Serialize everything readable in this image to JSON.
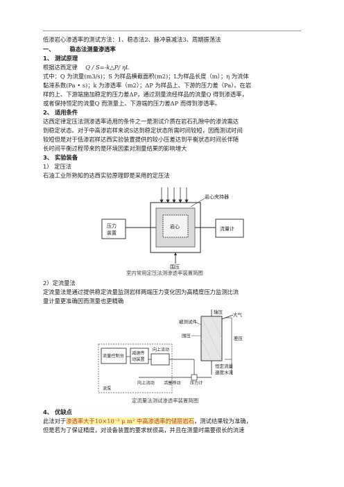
{
  "intro_line": "低渗岩心渗透率的测试方法：1、稳态法2、脉冲衰减法3、周期振荡法",
  "section1": {
    "num": "一、",
    "title": "稳态法测量渗透率"
  },
  "h1": "1、 测试原理",
  "darcy_prefix": "根据达西定律",
  "darcy_formula": "Q / S=-k△P/ ηL",
  "where_line1": "式中：Q 为流量(m3/s)；S 为样品横截面积(m2)；L为样品长度（m）；η 为流体",
  "where_line2": "黏滞系数(Pa • s)；k 为渗透率（m2）；ΔP 为样品上、下游的压力差（Pa）。在岩",
  "where_line3": "样的上、下游端施加稳定的压力差ΔP，通过测量流经样品的流量Q 得到渗透率，",
  "where_line4": "或者保持恒定的流量Q 而测量上、下游端的压力差ΔP 而得到渗透率。",
  "h2": "2、 适用条件",
  "cond_line1": "达西定律定压法测渗透率适用的条件之一是测试介质在岩石孔隙中的渗流需达",
  "cond_line2": "到稳定状态。对于中高渗岩样来说S达到稳定状态所需时间较短，因而测试时间",
  "cond_line3": "较短但是对于低渗岩样达西实验装置提供的较小压差达到平衡状态时间长伴随",
  "cond_line4": "长时间平衡过程带来的是环境因素对测量结果的影响增大",
  "h3": "3、 实验装备",
  "sub1": "1） 定压法",
  "sub1_text": "石油工业所熟知的达西实验原理即是采用的定压法",
  "fig1": {
    "label_holder": "岩心夹持器",
    "label_core": "岩心",
    "label_pressure_a": "压力",
    "label_pressure_b": "装置",
    "label_flowmeter": "流量计",
    "label_confining": "围压",
    "caption": "室内常用定压法测渗透率装置简图"
  },
  "sub2": "2）定流量法",
  "sub2_line1": "定流量法是通过提供稳定流量监测岩样两端压力变化因为高精度压力监测比流",
  "sub2_line2": "量计量更准确因而测量也更精确",
  "fig2": {
    "label_axial": "轴压",
    "label_atm": "大气",
    "label_sample": "被测试件",
    "label_confining": "围压",
    "label_diff": "差压",
    "label_const_a": "恒定流量",
    "label_const_b": "速度水流",
    "label_pump_ctrl_a": "流量控制台",
    "label_pump_ctrl_b": "",
    "label_reducer_a": "减速传",
    "label_reducer_b": "动装置",
    "label_up": "向上流动",
    "label_down": "向上流动",
    "label_piston": "活塞移动",
    "label_pt": "压力计",
    "label_pump": "流泵",
    "caption": "定流量法测试渗透率装置简图"
  },
  "h4": "4、 优缺点",
  "adv_line1_pre": "此法对于",
  "adv_line1_hl": "渗透率大于10×10⁻³ μ m² 中高渗透率的储层岩石",
  "adv_line1_post": "，测试结果较为准确，",
  "adv_line2": "但是若为了保证精度，对设备装置的要求就很高，并且在测量时需要很长的流速"
}
